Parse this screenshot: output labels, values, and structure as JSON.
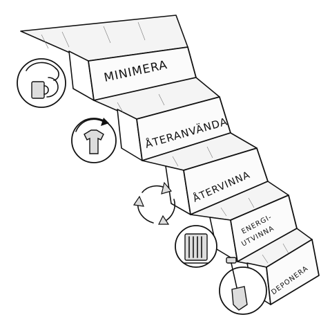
{
  "steps": [
    {
      "label": "MINIMERA",
      "icon": "hand-cup-icon"
    },
    {
      "label": "ÅTERANVÄNDA",
      "icon": "tshirt-cycle-icon"
    },
    {
      "label": "ÅTERVINNA",
      "icon": "recycle-arrows-icon"
    },
    {
      "label_line1": "ENERGI-",
      "label_line2": "UTVINNA",
      "icon": "radiator-icon"
    },
    {
      "label": "DEPONERA",
      "icon": "shovel-icon"
    }
  ]
}
